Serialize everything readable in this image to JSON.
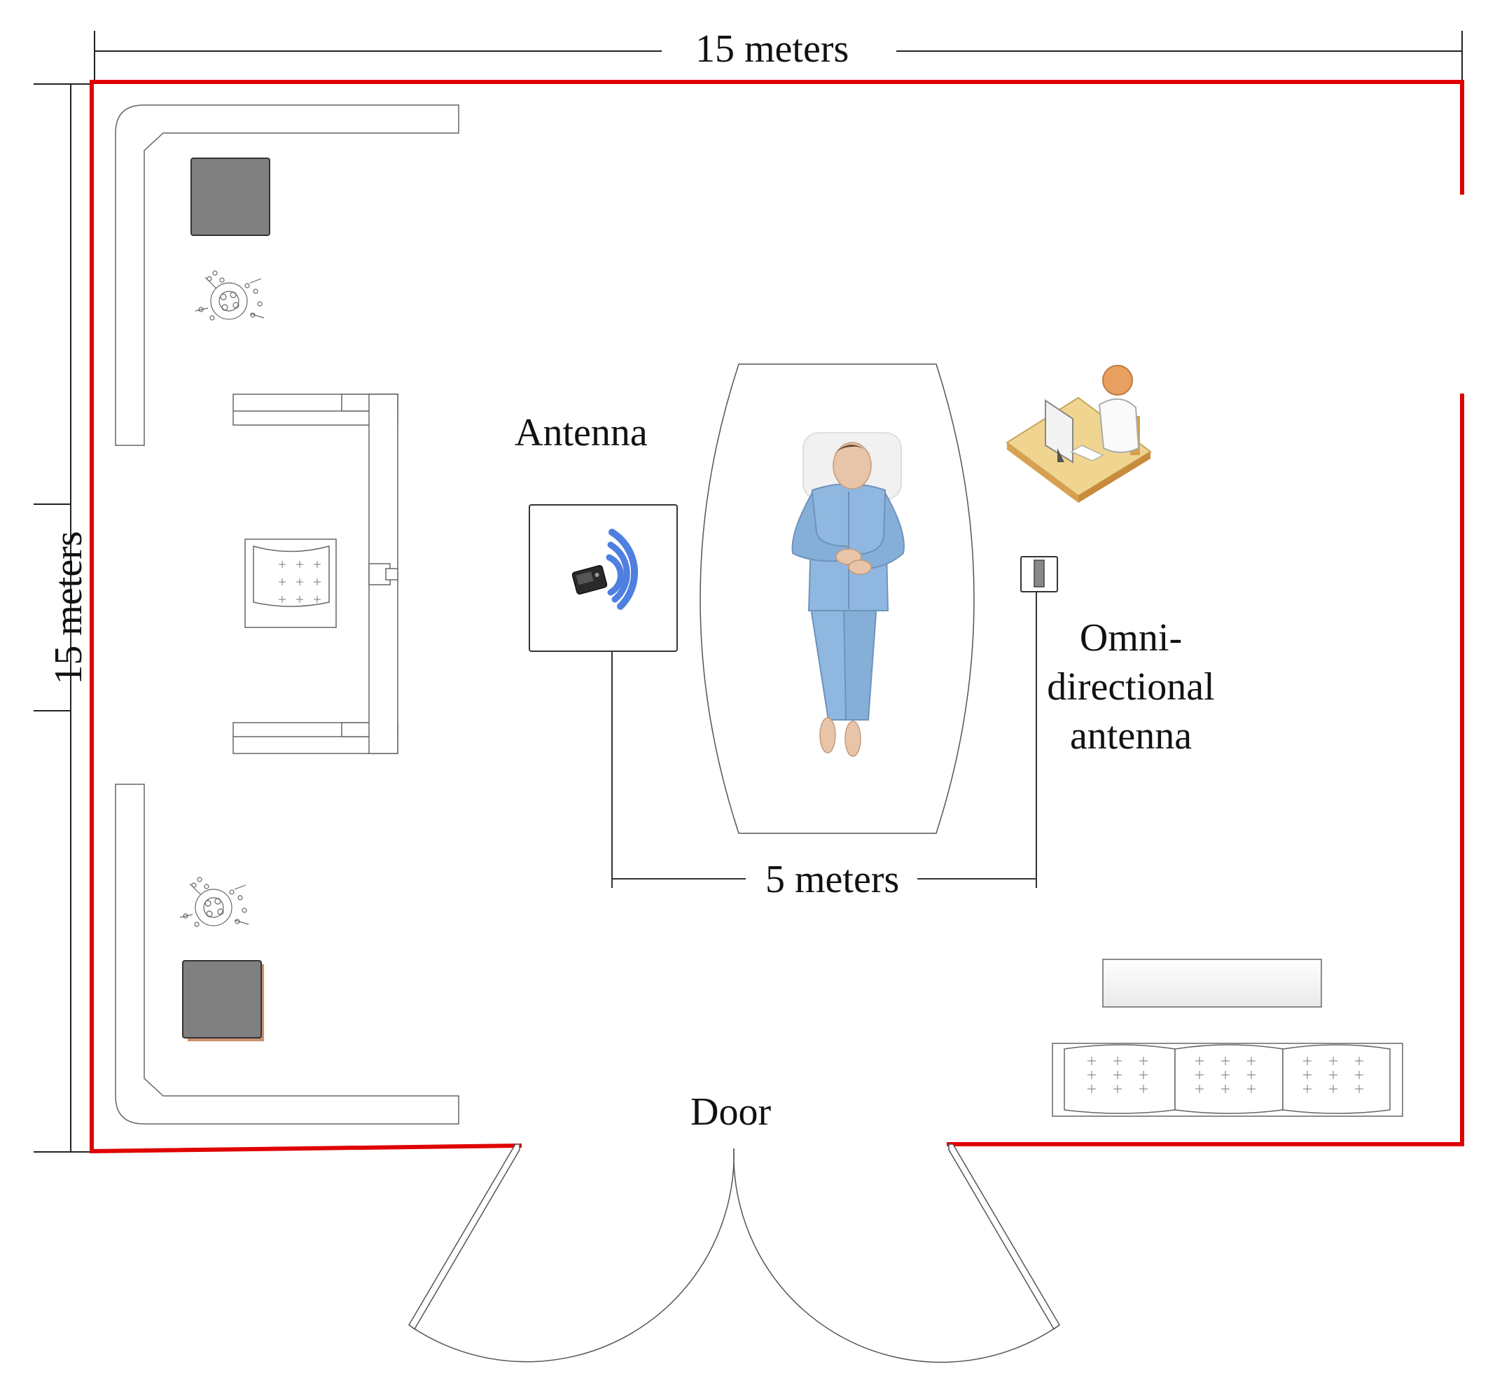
{
  "dimensions": {
    "top_width": "15 meters",
    "left_height": "15 meters",
    "antenna_spacing": "5 meters"
  },
  "labels": {
    "antenna": "Antenna",
    "omni_line1": "Omni-",
    "omni_line2": "directional",
    "omni_line3": "antenna",
    "door": "Door"
  },
  "colors": {
    "wall": "#e00000",
    "furniture_stroke": "#555555",
    "table_fill": "#808080",
    "pajama": "#8fb7df",
    "signal": "#4f7fe0",
    "desk": "#f0d590",
    "person": "#e8a060"
  },
  "icons": [
    "antenna-device-icon",
    "wifi-signal-icon",
    "omni-antenna-icon",
    "operator-desk-icon",
    "potted-plant-icon",
    "sleeping-patient-figure"
  ]
}
